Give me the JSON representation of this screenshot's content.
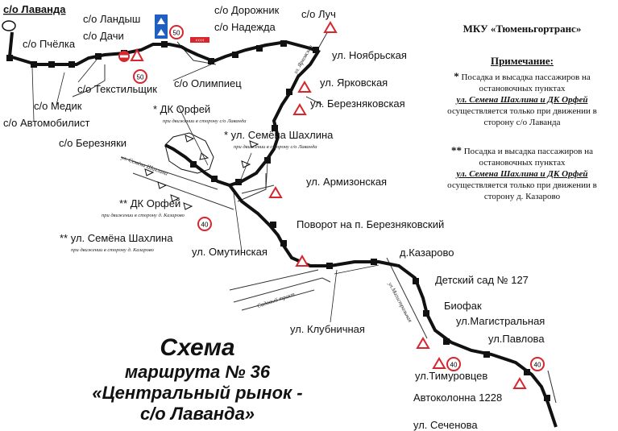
{
  "organization": "МКУ «Тюменьгортранс»",
  "note": {
    "title": "Примечание:",
    "items": [
      {
        "mark": "*",
        "text_before": "Посадка и высадка пассажиров на остановочных пунктах",
        "highlight": "ул. Семена Шахлина и ДК Орфей",
        "text_after": "осуществляется только при движении в сторону с/о Лаванда"
      },
      {
        "mark": "**",
        "text_before": "Посадка и высадка пассажиров на остановочных пунктах",
        "highlight": "ул. Семена Шахлина и ДК Орфей",
        "text_after": "осуществляется только при движении в сторону д. Казарово"
      }
    ]
  },
  "scheme_title": {
    "line1": "Схема",
    "line2": "маршрута № 36",
    "line3": "«Центральный рынок -",
    "line4": "с/о Лаванда»"
  },
  "stops": {
    "lavanda": "с/о Лаванда",
    "landysh": "с/о Ландыш",
    "dachi": "с/о Дачи",
    "pchelka": "с/о Пчёлка",
    "dorozhnik": "с/о Дорожник",
    "nadezhda": "с/о Надежда",
    "luch": "с/о Луч",
    "olimpiets": "с/о Олимпиец",
    "tekstilshchik": "с/о Текстильщик",
    "medik": "с/о Медик",
    "avtomobilist": "с/о Автомобилист",
    "noyabrskaya": "ул. Ноябрьская",
    "yarkovskaya": "ул. Ярковская",
    "bereznyakovskaya": "ул. Березняковская",
    "dk_orfei_1": "* ДК Орфей",
    "shakhlina_1": "* ул. Семёна Шахлина",
    "berezniaki": "с/о Березняки",
    "armizonskaya": "ул. Армизонская",
    "dk_orfei_2": "** ДК Орфей",
    "shakhlina_2": "** ул. Семёна Шахлина",
    "povorot": "Поворот на п. Березняковский",
    "omutinskaya": "ул. Омутинская",
    "kazarovo": "д.Казарово",
    "sad127": "Детский сад № 127",
    "biofak": "Биофак",
    "magistralnaya": "ул.Магистральная",
    "pavlova": "ул.Павлова",
    "klubnichnaya": "ул. Клубничная",
    "timurovtsev": "ул.Тимуровцев",
    "avtokolonna": "Автоколонна 1228",
    "sechenova": "ул. Сеченова"
  },
  "direction_notes": {
    "to_lavanda_1": "при движении в сторону с/о Лаванда",
    "to_lavanda_2": "при движении в сторону с/о Лаванда",
    "to_kazarovo_1": "при движении в сторону д. Казарово",
    "to_kazarovo_2": "при движении в сторону д. Казарово"
  },
  "street_names": {
    "shakhlina_street": "ул. Семёна Шахлина",
    "sadovaya": "Садовый тракт",
    "magistralnaya_street": "ул.Магистральная",
    "yarkovskaya_street": "ул. Ярковская"
  },
  "speed_signs": [
    "50",
    "50",
    "40",
    "40",
    "40"
  ],
  "colors": {
    "route": "#111111",
    "sign_red": "#d7262e",
    "sign_blue": "#1f5fbf"
  }
}
